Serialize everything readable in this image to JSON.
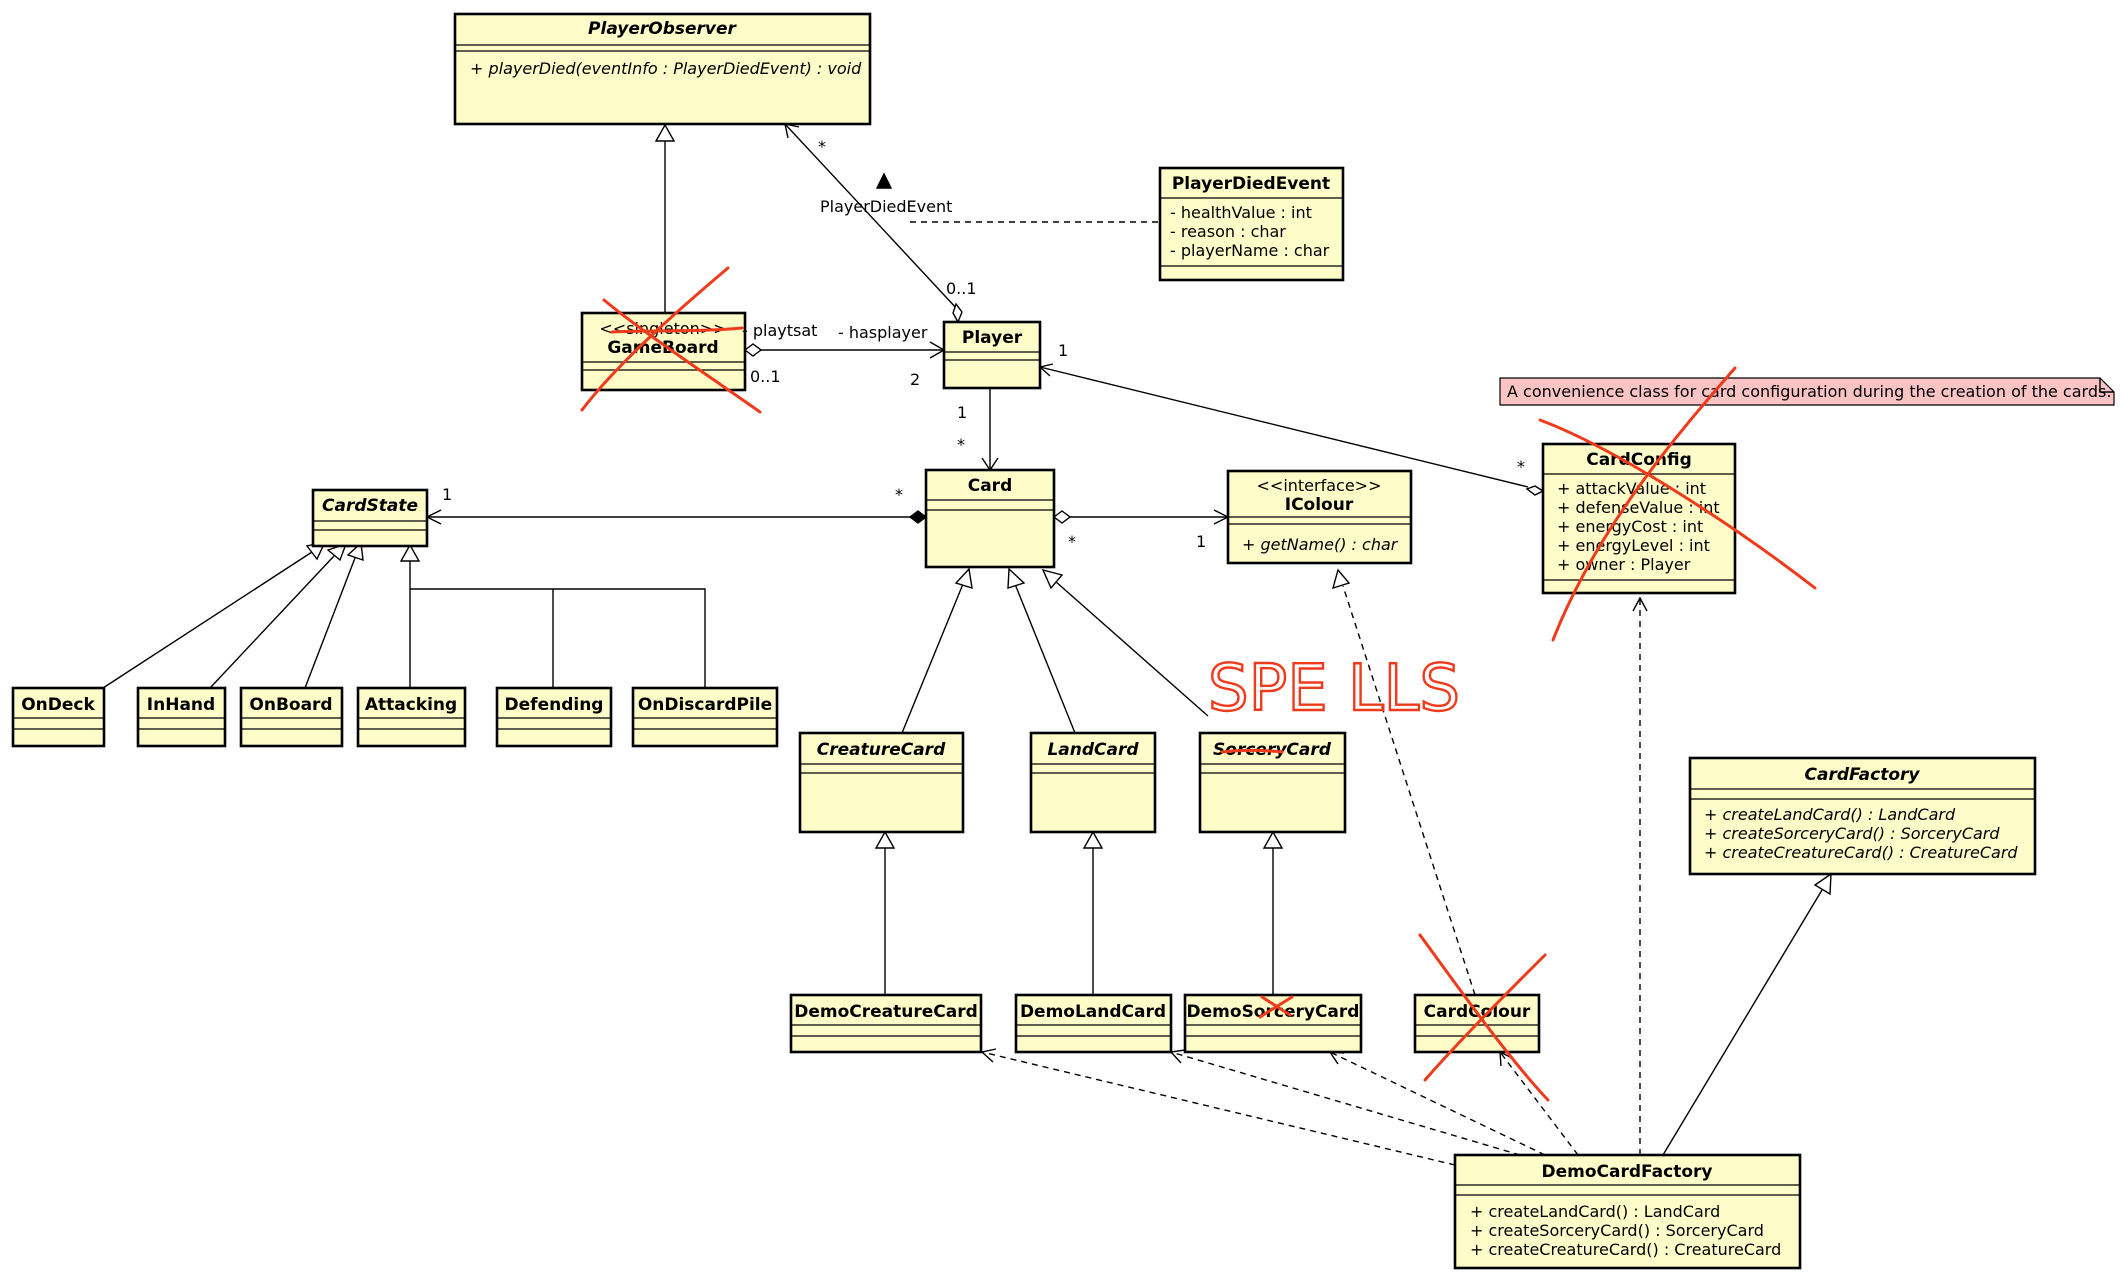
{
  "classes": {
    "player_observer": {
      "name": "PlayerObserver",
      "ops": [
        "+ playerDied(eventInfo : PlayerDiedEvent) : void"
      ]
    },
    "player_died_event": {
      "name": "PlayerDiedEvent",
      "attrs": [
        "- healthValue : int",
        "- reason : char",
        "- playerName : char"
      ]
    },
    "game_board": {
      "stereotype": "<<singleton>>",
      "name": "GameBoard"
    },
    "player": {
      "name": "Player"
    },
    "card_state": {
      "name": "CardState"
    },
    "card": {
      "name": "Card"
    },
    "icolour": {
      "stereotype": "<<interface>>",
      "name": "IColour",
      "ops": [
        "+ getName() : char"
      ]
    },
    "card_config": {
      "name": "CardConfig",
      "attrs": [
        "+ attackValue : int",
        "+ defenseValue : int",
        "+ energyCost : int",
        "+ energyLevel : int",
        "+ owner : Player"
      ]
    },
    "on_deck": {
      "name": "OnDeck"
    },
    "in_hand": {
      "name": "InHand"
    },
    "on_board": {
      "name": "OnBoard"
    },
    "attacking": {
      "name": "Attacking"
    },
    "defending": {
      "name": "Defending"
    },
    "on_discard_pile": {
      "name": "OnDiscardPile"
    },
    "creature_card": {
      "name": "CreatureCard"
    },
    "land_card": {
      "name": "LandCard"
    },
    "sorcery_card": {
      "name": "SorceryCard"
    },
    "card_factory": {
      "name": "CardFactory",
      "ops": [
        "+ createLandCard() : LandCard",
        "+ createSorceryCard() : SorceryCard",
        "+ createCreatureCard() : CreatureCard"
      ]
    },
    "demo_creature_card": {
      "name": "DemoCreatureCard"
    },
    "demo_land_card": {
      "name": "DemoLandCard"
    },
    "demo_sorcery_card": {
      "name": "DemoSorceryCard"
    },
    "card_colour": {
      "name": "CardColour"
    },
    "demo_card_factory": {
      "name": "DemoCardFactory",
      "ops": [
        "+ createLandCard() : LandCard",
        "+ createSorceryCard() : SorceryCard",
        "+ createCreatureCard() : CreatureCard"
      ]
    }
  },
  "note": "A convenience class for card configuration during the creation of the cards.",
  "labels": {
    "observer_star": "*",
    "assoc_name": "PlayerDiedEvent",
    "player_0_1": "0..1",
    "playtsat": "- playtsat",
    "hasplayer": "- hasplayer",
    "gb_0_1": "0..1",
    "player_2": "2",
    "player_1_cfg": "1",
    "player_1_card": "1",
    "card_star_player": "*",
    "cfg_star": "*",
    "cardstate_1": "1",
    "card_star_state": "*",
    "card_star_colour": "*",
    "colour_1": "1"
  },
  "handwriting": "SPE LLS",
  "colors": {
    "class_fill": "#fefdc9",
    "note_fill": "#fbc4c4",
    "annotation_red": "#f03a1c"
  }
}
